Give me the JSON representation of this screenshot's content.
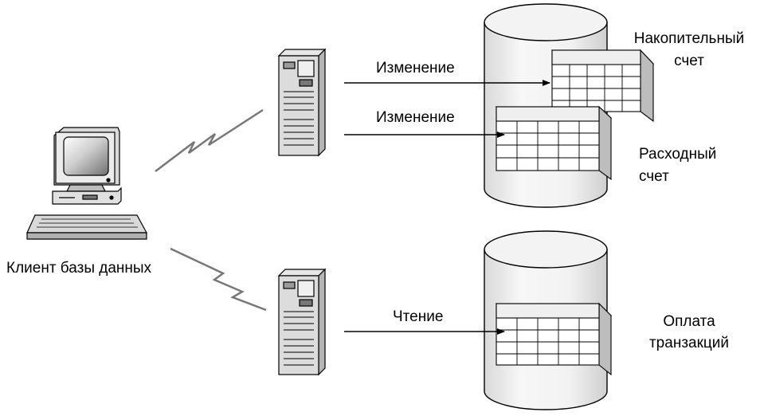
{
  "client": {
    "label": "Клиент базы данных"
  },
  "connections": [
    {
      "label": "Изменение"
    },
    {
      "label": "Изменение"
    },
    {
      "label": "Чтение"
    }
  ],
  "databases": {
    "top": {
      "tables": [
        {
          "line1": "Накопительный",
          "line2": "счет"
        },
        {
          "line1": "Расходный",
          "line2": "счет"
        }
      ]
    },
    "bottom": {
      "tables": [
        {
          "line1": "Оплата",
          "line2": "транзакций"
        }
      ]
    }
  }
}
